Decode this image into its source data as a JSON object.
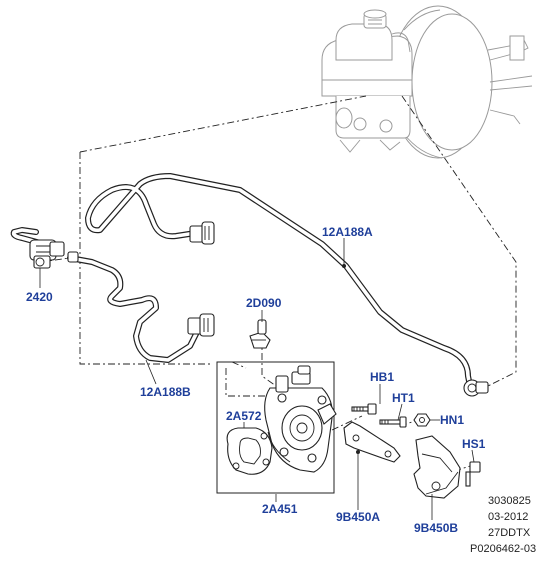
{
  "callouts": {
    "c2420": "2420",
    "c12a188b": "12A188B",
    "c2d090": "2D090",
    "c12a188a": "12A188A",
    "chb1": "HB1",
    "cht1": "HT1",
    "chn1": "HN1",
    "chs1": "HS1",
    "c2a572": "2A572",
    "c2a451": "2A451",
    "c9b450a": "9B450A",
    "c9b450b": "9B450B"
  },
  "reference": {
    "line1": "3030825",
    "line2": "03-2012",
    "line3": "27DDTX",
    "line4": "P0206462-03"
  }
}
